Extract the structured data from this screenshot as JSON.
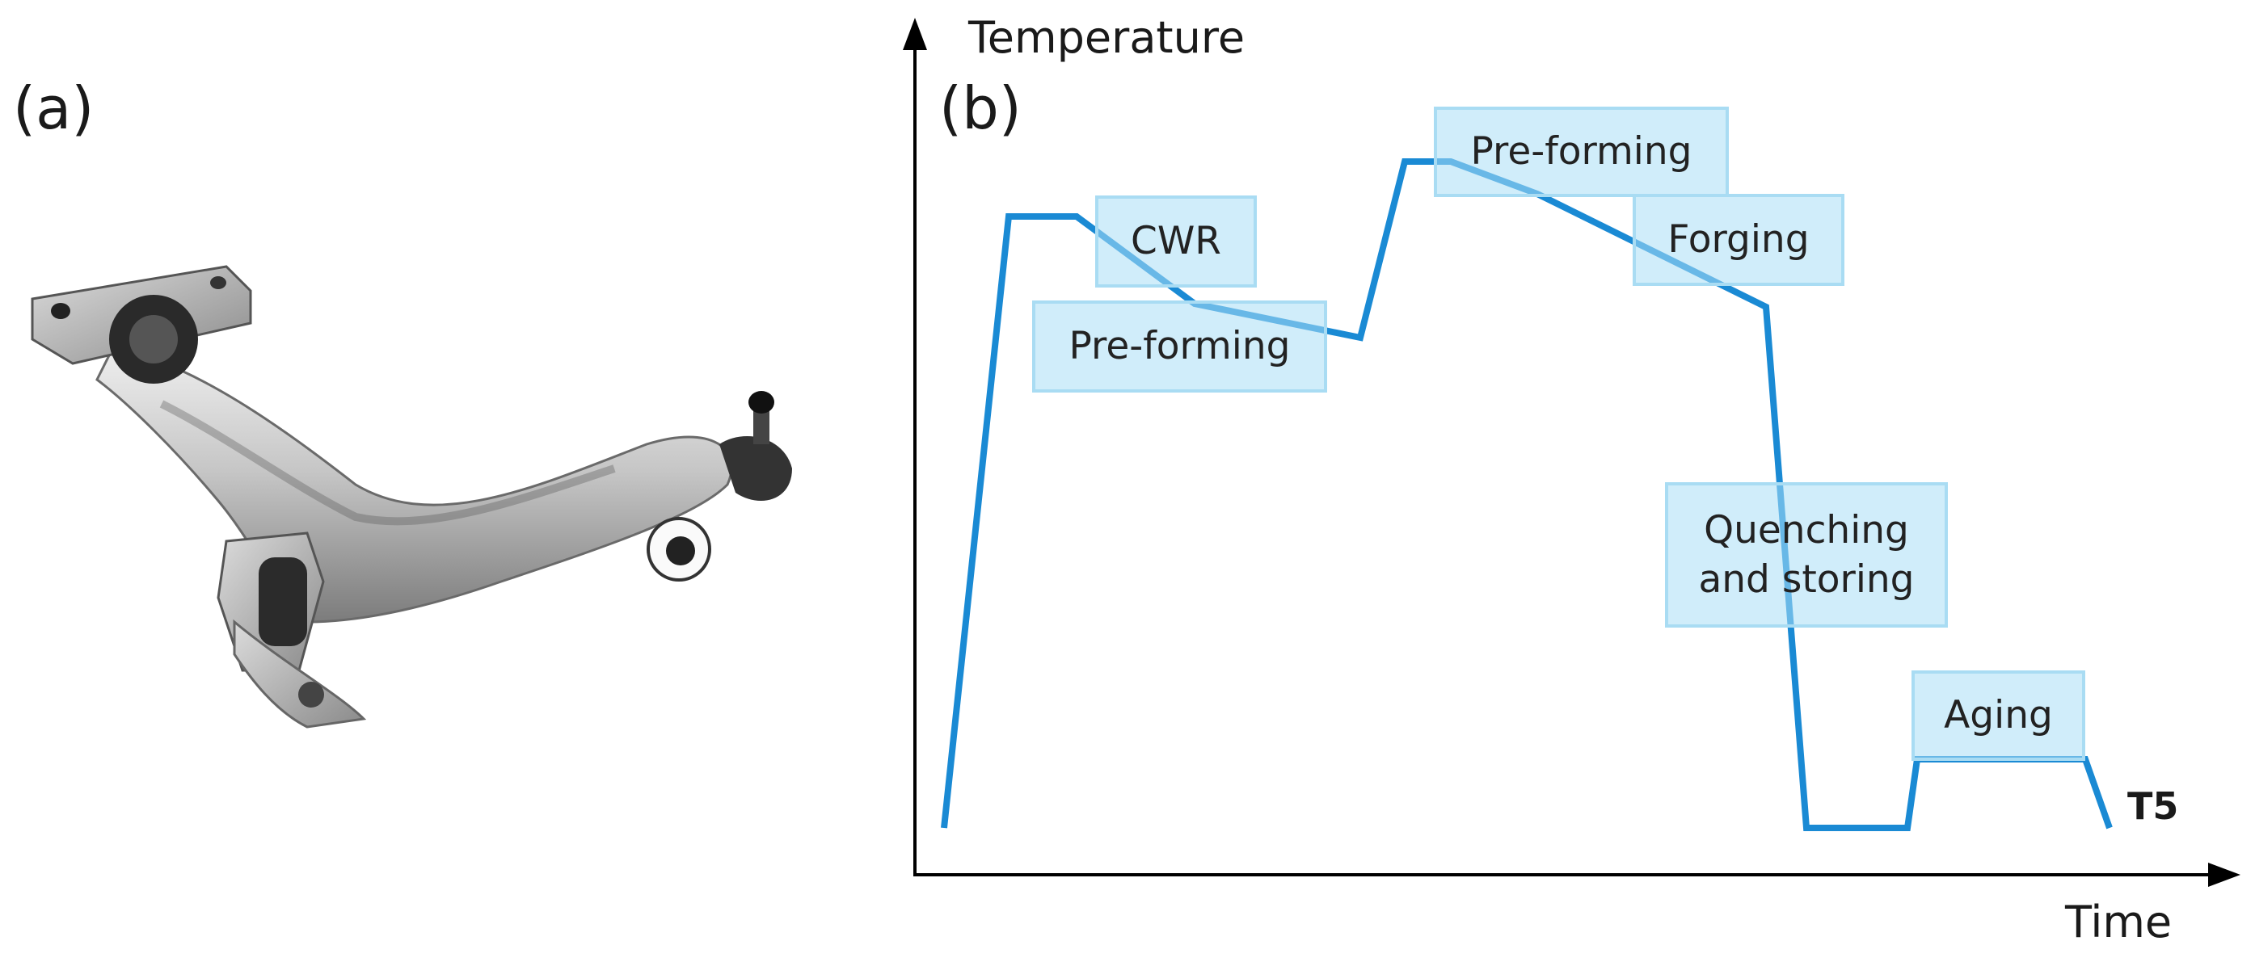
{
  "panels": {
    "a_label": "(a)",
    "b_label": "(b)"
  },
  "axes": {
    "y_label": "Temperature",
    "x_label": "Time"
  },
  "stages": {
    "cwr": "CWR",
    "preforming_1": "Pre-forming",
    "preforming_2": "Pre-forming",
    "forging": "Forging",
    "quenching": "Quenching and storing",
    "aging": "Aging"
  },
  "end_label": "T5",
  "colors": {
    "curve": "#1a8ad4",
    "box_fill": "#aadef6",
    "box_border": "#a9dcf3"
  },
  "image_a": "suspension control arm (photograph)"
}
